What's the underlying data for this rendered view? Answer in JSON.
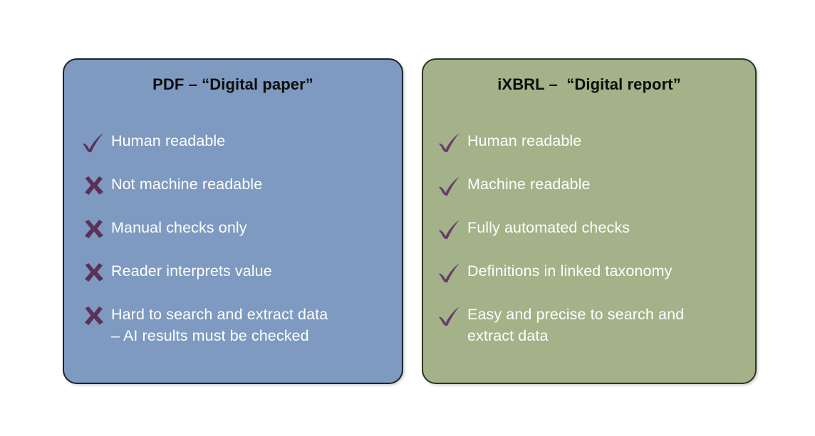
{
  "background_color": "#ffffff",
  "cards": [
    {
      "id": "pdf",
      "title": "PDF – “Digital paper”",
      "fill_color": "#7E9AC0",
      "border_color": "#1B2430",
      "text_color": "#FFFFFF",
      "mark_color": "#5B3157",
      "items": [
        {
          "mark": "check",
          "mark_icon": "check-icon",
          "text": "Human readable"
        },
        {
          "mark": "cross",
          "mark_icon": "cross-icon",
          "text": "Not machine readable"
        },
        {
          "mark": "cross",
          "mark_icon": "cross-icon",
          "text": "Manual checks only"
        },
        {
          "mark": "cross",
          "mark_icon": "cross-icon",
          "text": "Reader interprets value"
        },
        {
          "mark": "cross",
          "mark_icon": "cross-icon",
          "text": "Hard to search and extract data\n– AI results must be checked"
        }
      ]
    },
    {
      "id": "ixbrl",
      "title": "iXBRL –  “Digital report”",
      "fill_color": "#A3B288",
      "border_color": "#2C3524",
      "text_color": "#FFFFFF",
      "mark_color": "#6B3A6B",
      "items": [
        {
          "mark": "check",
          "mark_icon": "check-icon",
          "text": "Human readable"
        },
        {
          "mark": "check",
          "mark_icon": "check-icon",
          "text": "Machine readable"
        },
        {
          "mark": "check",
          "mark_icon": "check-icon",
          "text": "Fully automated checks"
        },
        {
          "mark": "check",
          "mark_icon": "check-icon",
          "text": "Definitions in linked taxonomy"
        },
        {
          "mark": "check",
          "mark_icon": "check-icon",
          "text": "Easy and precise to search and\nextract data"
        }
      ]
    }
  ]
}
